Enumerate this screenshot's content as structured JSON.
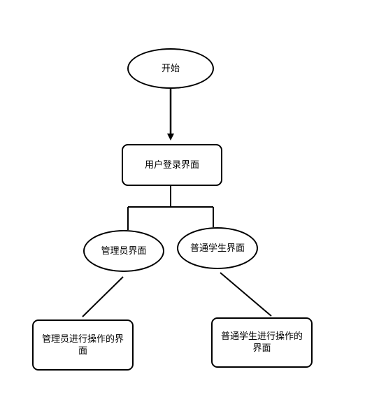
{
  "nodes": {
    "start": {
      "label": "开始"
    },
    "login": {
      "label": "用户登录界面"
    },
    "admin": {
      "label": "管理员界面"
    },
    "student": {
      "label": "普通学生界面"
    },
    "admin_operation": {
      "label": "管理员进行操作的界面"
    },
    "student_operation": {
      "label": "普通学生进行操作的界面"
    }
  },
  "colors": {
    "stroke": "#000000",
    "fill": "#ffffff"
  }
}
